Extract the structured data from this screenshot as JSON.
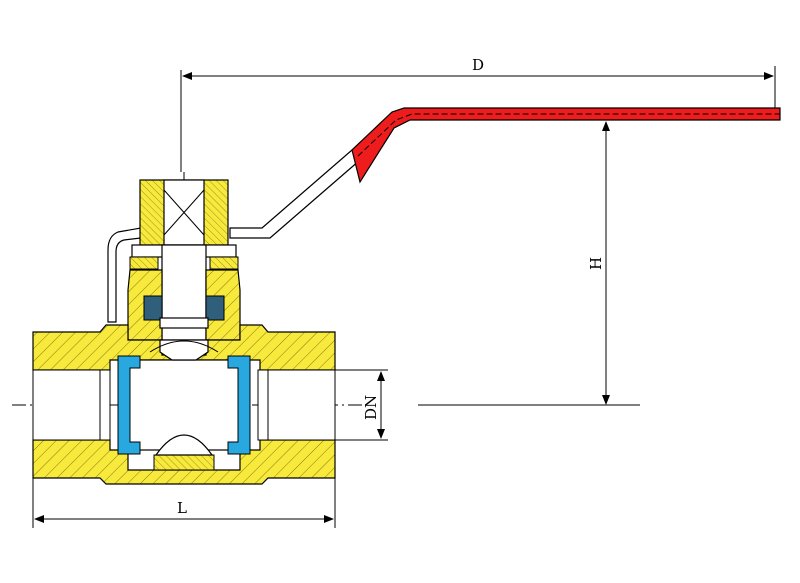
{
  "dimensions": {
    "D": "D",
    "H": "H",
    "L": "L",
    "DN": "DN"
  },
  "colors": {
    "body": "#f7ea3c",
    "seal": "#29a8e0",
    "handle": "#ee1c1c",
    "line": "#000000"
  }
}
